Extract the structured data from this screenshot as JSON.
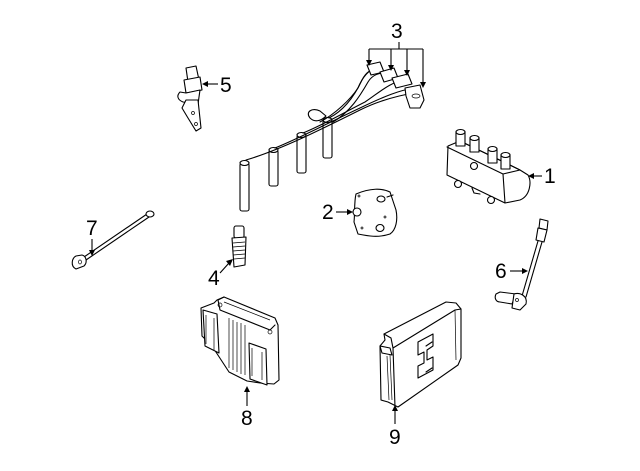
{
  "diagram": {
    "type": "exploded-parts-diagram",
    "background": "#ffffff",
    "line_color": "#000000",
    "callouts": [
      {
        "number": "1",
        "part": "ignition-coil"
      },
      {
        "number": "2",
        "part": "distributor-cap-plate"
      },
      {
        "number": "3",
        "part": "spark-plug-wire-set"
      },
      {
        "number": "4",
        "part": "spark-plug"
      },
      {
        "number": "5",
        "part": "camshaft-position-sensor"
      },
      {
        "number": "6",
        "part": "crankshaft-position-sensor"
      },
      {
        "number": "7",
        "part": "knock-sensor"
      },
      {
        "number": "8",
        "part": "engine-control-module"
      },
      {
        "number": "9",
        "part": "control-module-housing"
      }
    ]
  }
}
